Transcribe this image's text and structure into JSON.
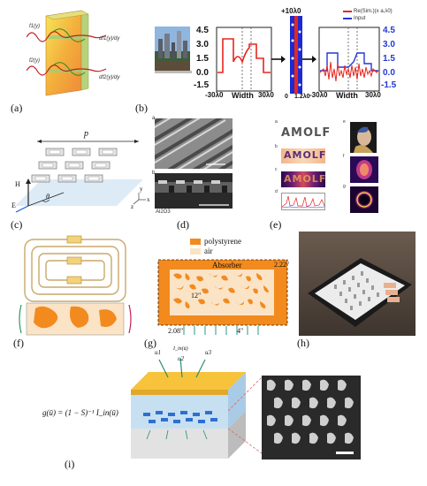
{
  "figure": {
    "panel_labels": [
      "(a)",
      "(b)",
      "(c)",
      "(d)",
      "(e)",
      "(f)",
      "(g)",
      "(h)",
      "(i)"
    ]
  },
  "panel_a": {
    "labels": [
      "f1(y)",
      "f2(y)",
      "df1(y)/dy",
      "df2(y)/dy"
    ]
  },
  "panel_b": {
    "plot1": {
      "y_ticks": [
        "4.5",
        "3.0",
        "1.5",
        "0.0",
        "-1.5"
      ],
      "x_label": "Width",
      "x_left": "-30λ0",
      "x_right": "30λ0"
    },
    "sample": {
      "top": "+10λ0",
      "bottom_left": "0",
      "bottom_right": "1.2λ0"
    },
    "plot2": {
      "legend": [
        "Re(Sim.)(x a,λ0)",
        "Input"
      ],
      "y_ticks": [
        "4.5",
        "3.0",
        "1.5",
        "0.0",
        "-1.5"
      ],
      "x_label": "Width",
      "x_left": "-30λ0",
      "x_right": "30λ0"
    },
    "colors": {
      "red": "#e8251f",
      "blue": "#2437d6"
    }
  },
  "panel_c": {
    "labels": {
      "period": "p",
      "H": "H",
      "E": "E",
      "theta": "θ",
      "x": "x",
      "y": "y",
      "z": "z"
    }
  },
  "panel_d": {
    "labels": {
      "a": "a",
      "b": "b",
      "material": "Al2O3"
    }
  },
  "panel_e": {
    "text": "AMOLF",
    "side_labels": [
      "a",
      "b",
      "c",
      "d",
      "e",
      "f",
      "g"
    ]
  },
  "panel_g": {
    "legend": [
      {
        "label": "polystyrene",
        "color": "#f28a1e"
      },
      {
        "label": "air",
        "color": "#fbe3c6"
      }
    ],
    "labels": {
      "absorber": "Absorber",
      "dim_top": "2.22\"",
      "dim_side": "12\"",
      "dim_bottom_left": "2.08\"",
      "dim_bottom_right": "4\""
    }
  },
  "panel_i": {
    "equation": "g(ū) = (1 − S)⁻¹ I_in(ū)",
    "inputs": [
      "u1",
      "u2",
      "u3"
    ],
    "in_label": "I_in(ū)"
  }
}
